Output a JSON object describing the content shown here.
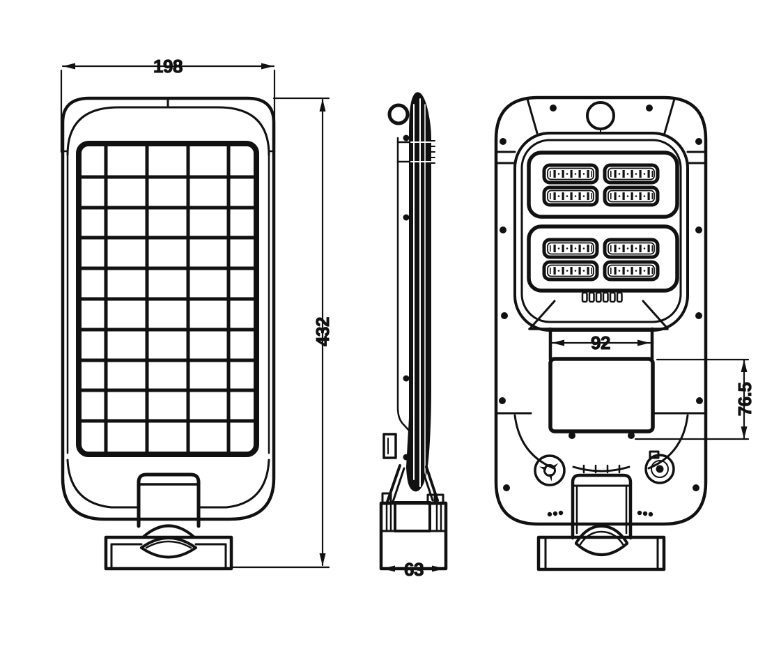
{
  "colors": {
    "paper": "#ffffff",
    "ink": "#111111"
  },
  "dimensions": {
    "front_width": "198",
    "front_height": "432",
    "side_depth": "63",
    "back_mount_width": "92",
    "back_mount_height": "76.5"
  }
}
